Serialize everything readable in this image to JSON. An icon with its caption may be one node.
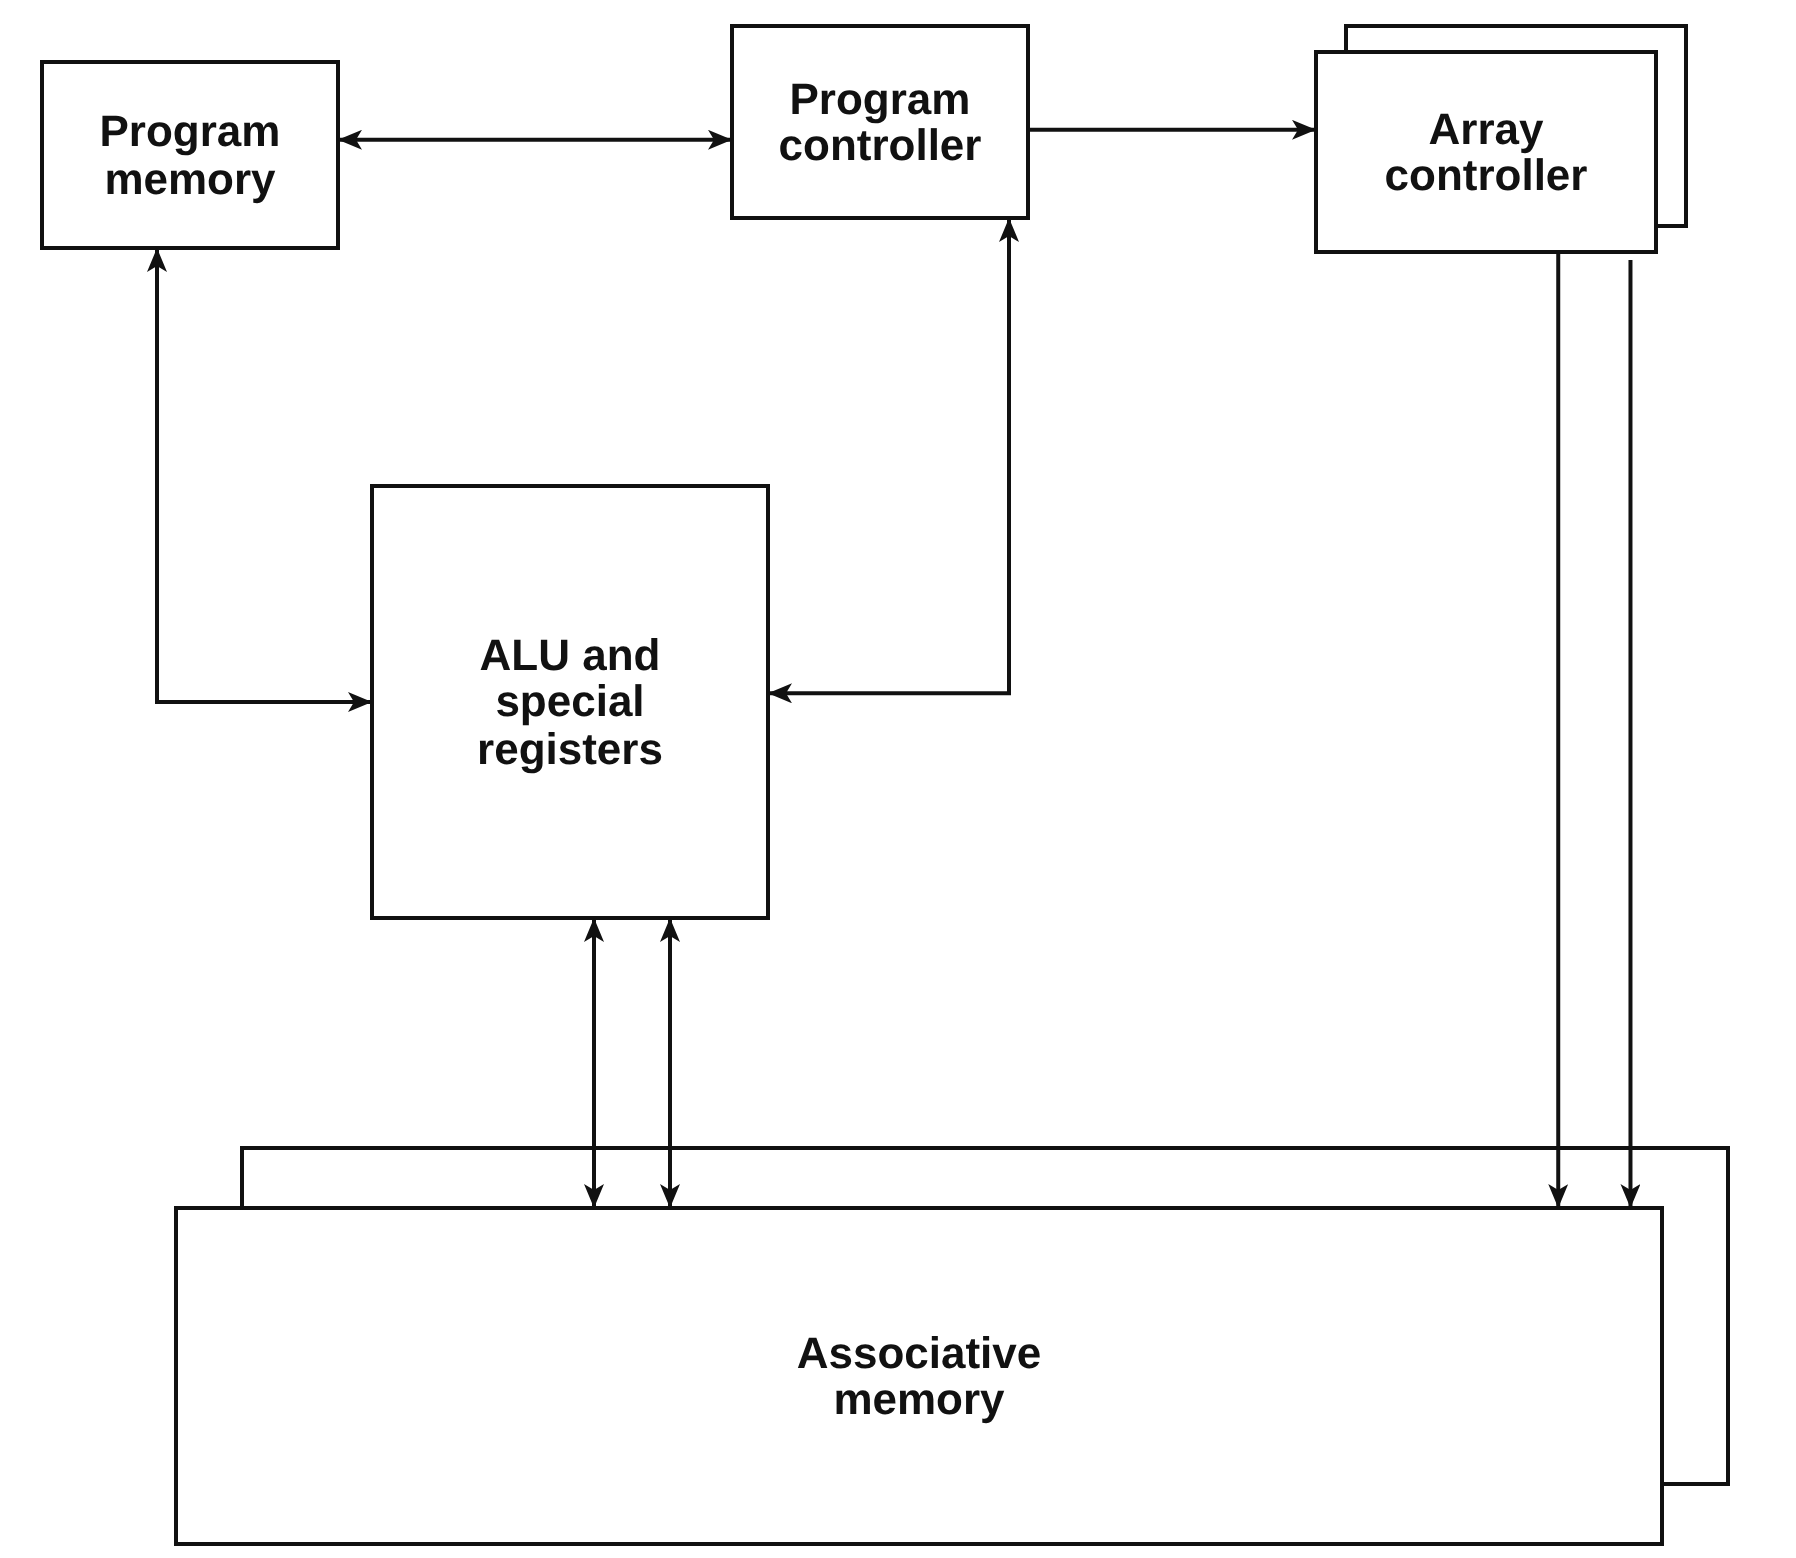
{
  "diagram": {
    "nodes": [
      {
        "text": [
          "Program memory"
        ]
      },
      {
        "text": [
          "Program controller"
        ]
      },
      {
        "text": [
          "Array controller"
        ]
      },
      {
        "text": [
          "ALU and special registers"
        ]
      },
      {
        "text": [
          "Associative memory"
        ]
      }
    ],
    "edges": [
      {
        "from": 0,
        "to": 1,
        "arrow": "both"
      },
      {
        "from": 1,
        "to": 2,
        "arrow": "to"
      },
      {
        "from": 0,
        "to": 3,
        "arrow": "both"
      },
      {
        "from": 1,
        "to": 3,
        "arrow": "both"
      },
      {
        "from": 3,
        "to": 4,
        "arrow": "both"
      },
      {
        "from": 3,
        "to": 4,
        "arrow": "both"
      },
      {
        "from": 2,
        "to": 4,
        "arrow": "to"
      },
      {
        "from": 2,
        "to": 4,
        "arrow": "to"
      }
    ]
  }
}
